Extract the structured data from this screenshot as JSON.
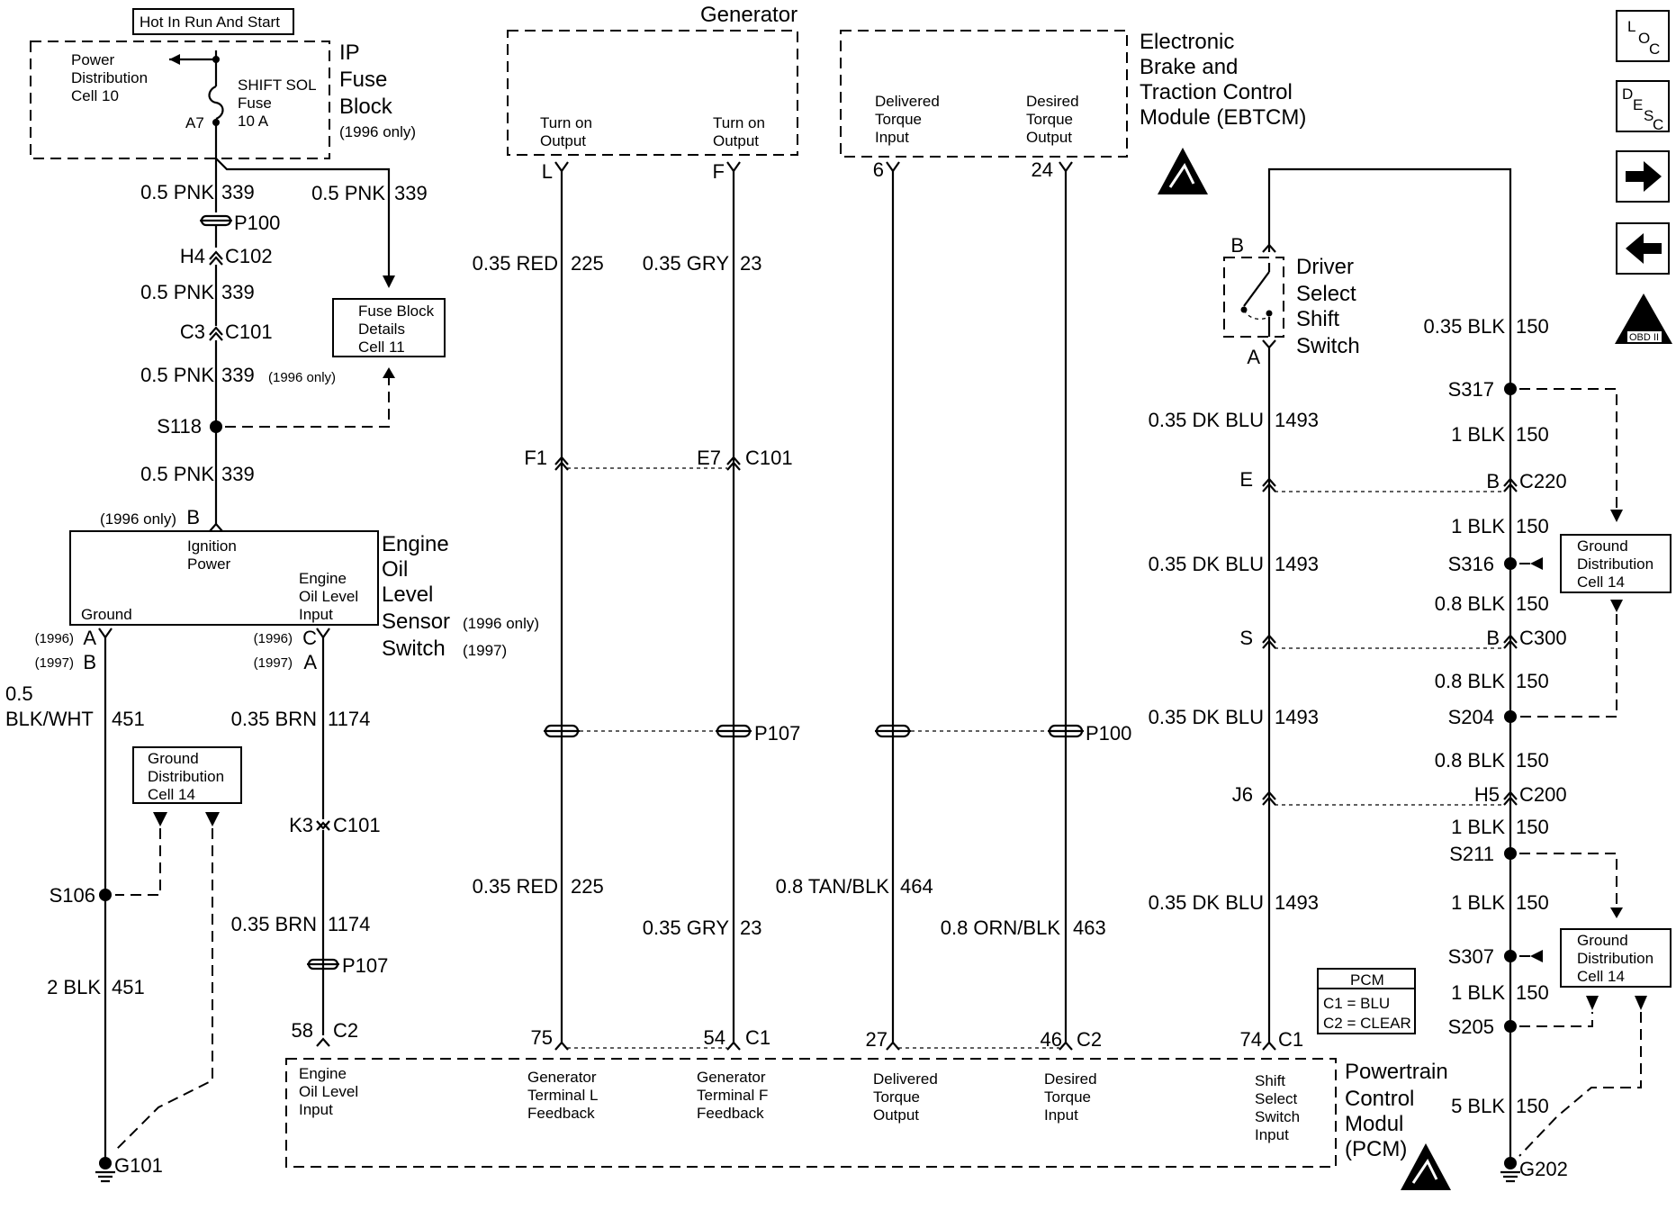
{
  "icons": {
    "loc_button": "L-O-C",
    "desc_button": "D-E-S-C",
    "next_button": "arrow-right",
    "prev_button": "arrow-left",
    "obd": "OBD II"
  },
  "top": {
    "hot_label": "Hot In Run And Start"
  },
  "fuse_block": {
    "power_dist": "Power",
    "power_dist2": "Distribution",
    "power_dist3": "Cell 10",
    "fuse_name": "SHIFT SOL",
    "fuse_name2": "Fuse",
    "fuse_rating": "10 A",
    "pin": "A7",
    "title1": "IP",
    "title2": "Fuse",
    "title3": "Block",
    "title_note": "(1996 only)"
  },
  "left_wires": {
    "w1_size": "0.5 PNK",
    "w1_num": "339",
    "w1b_size": "0.5 PNK",
    "w1b_num": "339",
    "p100": "P100",
    "h4": "H4",
    "c102": "C102",
    "w2_size": "0.5 PNK",
    "w2_num": "339",
    "c3": "C3",
    "c101": "C101",
    "w3_size": "0.5 PNK",
    "w3_num": "339",
    "w3_note": "(1996 only)",
    "s118": "S118",
    "w4_size": "0.5 PNK",
    "w4_num": "339",
    "fb_details1": "Fuse Block",
    "fb_details2": "Details",
    "fb_details3": "Cell 11",
    "pin_b_note": "(1996 only)",
    "pin_b": "B"
  },
  "oil_sensor": {
    "ign1": "Ignition",
    "ign2": "Power",
    "eol1": "Engine",
    "eol2": "Oil Level",
    "eol3": "Input",
    "ground": "Ground",
    "t1": "Engine",
    "t2": "Oil",
    "t3": "Level",
    "t4": "Sensor",
    "t4_note": "(1996 only)",
    "t5": "Switch",
    "t5_note": "(1997)",
    "a_1996_note": "(1996)",
    "a_1996": "A",
    "b_1997_note": "(1997)",
    "b_1997": "B",
    "c_1996_note": "(1996)",
    "c_1996": "C",
    "a_1997_note": "(1997)",
    "a_1997": "A",
    "wire_size1": "0.5",
    "wire_size2": "BLK/WHT",
    "wire_num": "451",
    "brn1_size": "0.35 BRN",
    "brn1_num": "1174",
    "gd1": "Ground",
    "gd2": "Distribution",
    "gd3": "Cell 14",
    "k3": "K3",
    "c101": "C101",
    "s106": "S106",
    "brn2_size": "0.35 BRN",
    "brn2_num": "1174",
    "p107": "P107",
    "blk_size": "2 BLK",
    "blk_num": "451",
    "pin58": "58",
    "c2": "C2",
    "g101": "G101"
  },
  "generator": {
    "title": "Generator",
    "l1": "Turn on",
    "l2": "Output",
    "f1": "Turn on",
    "f2": "Output",
    "pin_l": "L",
    "pin_f": "F",
    "red1_size": "0.35 RED",
    "red1_num": "225",
    "gry1_size": "0.35 GRY",
    "gry1_num": "23",
    "f1_pin": "F1",
    "e7_pin": "E7",
    "c101": "C101",
    "p107": "P107",
    "red2_size": "0.35 RED",
    "red2_num": "225",
    "gry2_size": "0.35 GRY",
    "gry2_num": "23",
    "pin75": "75",
    "pin54": "54",
    "c1": "C1"
  },
  "ebtcm": {
    "t1": "Electronic",
    "t2": "Brake and",
    "t3": "Traction Control",
    "t4": "Module (EBTCM)",
    "dt1": "Delivered",
    "dt2": "Torque",
    "dt3": "Input",
    "rt1": "Desired",
    "rt2": "Torque",
    "rt3": "Output",
    "pin6": "6",
    "pin24": "24",
    "p100": "P100",
    "tan_size": "0.8 TAN/BLK",
    "tan_num": "464",
    "orn_size": "0.8 ORN/BLK",
    "orn_num": "463",
    "pin27": "27",
    "pin46": "46",
    "c2": "C2"
  },
  "shift_switch": {
    "pin_b": "B",
    "pin_a": "A",
    "t1": "Driver",
    "t2": "Select",
    "t3": "Shift",
    "t4": "Switch",
    "blu1_size": "0.35 DK BLU",
    "blu1_num": "1493",
    "pin_e": "E",
    "blu2_size": "0.35 DK BLU",
    "blu2_num": "1493",
    "pin_s": "S",
    "blu3_size": "0.35 DK BLU",
    "blu3_num": "1493",
    "pin_j6": "J6",
    "blu4_size": "0.35 DK BLU",
    "blu4_num": "1493",
    "pin74": "74",
    "c1": "C1"
  },
  "ground_right": {
    "w1_size": "0.35 BLK",
    "w1_num": "150",
    "s317": "S317",
    "w2_size": "1 BLK",
    "w2_num": "150",
    "b1": "B",
    "c220": "C220",
    "w3_size": "1 BLK",
    "w3_num": "150",
    "s316": "S316",
    "w4_size": "0.8 BLK",
    "w4_num": "150",
    "b2": "B",
    "c300": "C300",
    "w5_size": "0.8 BLK",
    "w5_num": "150",
    "s204": "S204",
    "w6_size": "0.8 BLK",
    "w6_num": "150",
    "h5": "H5",
    "c200": "C200",
    "w7_size": "1 BLK",
    "w7_num": "150",
    "s211": "S211",
    "w8_size": "1 BLK",
    "w8_num": "150",
    "s307": "S307",
    "w9_size": "1 BLK",
    "w9_num": "150",
    "s205": "S205",
    "w10_size": "5 BLK",
    "w10_num": "150",
    "g202": "G202",
    "gd_a1": "Ground",
    "gd_a2": "Distribution",
    "gd_a3": "Cell 14",
    "gd_b1": "Ground",
    "gd_b2": "Distribution",
    "gd_b3": "Cell 14"
  },
  "pcm": {
    "key_title": "PCM",
    "key_c1": "C1 = BLU",
    "key_c2": "C2 = CLEAR",
    "eol1": "Engine",
    "eol2": "Oil Level",
    "eol3": "Input",
    "gl1": "Generator",
    "gl2": "Terminal L",
    "gl3": "Feedback",
    "gf1": "Generator",
    "gf2": "Terminal F",
    "gf3": "Feedback",
    "dt1": "Delivered",
    "dt2": "Torque",
    "dt3": "Output",
    "rt1": "Desired",
    "rt2": "Torque",
    "rt3": "Input",
    "ss1": "Shift",
    "ss2": "Select",
    "ss3": "Switch",
    "ss4": "Input",
    "t1": "Powertrain",
    "t2": "Control",
    "t3": "Modul",
    "t4": "(PCM)"
  }
}
